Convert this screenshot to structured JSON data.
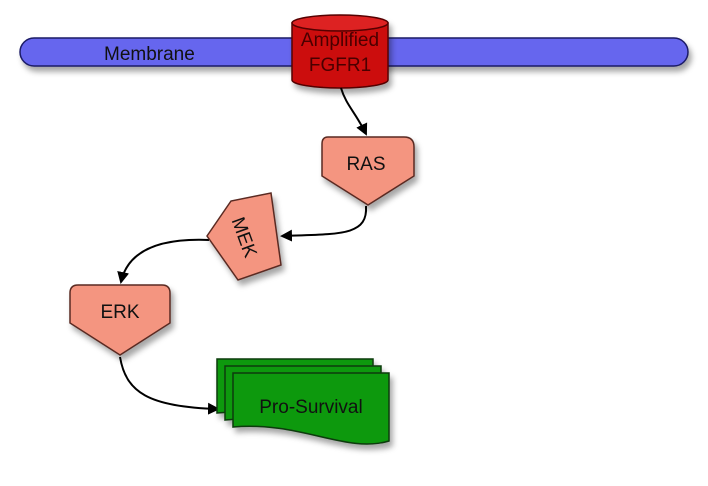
{
  "diagram": {
    "membrane": {
      "label": "Membrane",
      "color": "#6666ee"
    },
    "receptor": {
      "line1": "Amplified",
      "line2": "FGFR1",
      "color": "#cc1111"
    },
    "nodes": {
      "ras": {
        "label": "RAS",
        "color": "#f49580"
      },
      "mek": {
        "label": "MEK",
        "color": "#f49580"
      },
      "erk": {
        "label": "ERK",
        "color": "#f49580"
      }
    },
    "outcome": {
      "label": "Pro-Survival",
      "color": "#119911"
    },
    "edges": [
      {
        "from": "FGFR1",
        "to": "RAS"
      },
      {
        "from": "RAS",
        "to": "MEK"
      },
      {
        "from": "MEK",
        "to": "ERK"
      },
      {
        "from": "ERK",
        "to": "Pro-Survival"
      }
    ]
  }
}
